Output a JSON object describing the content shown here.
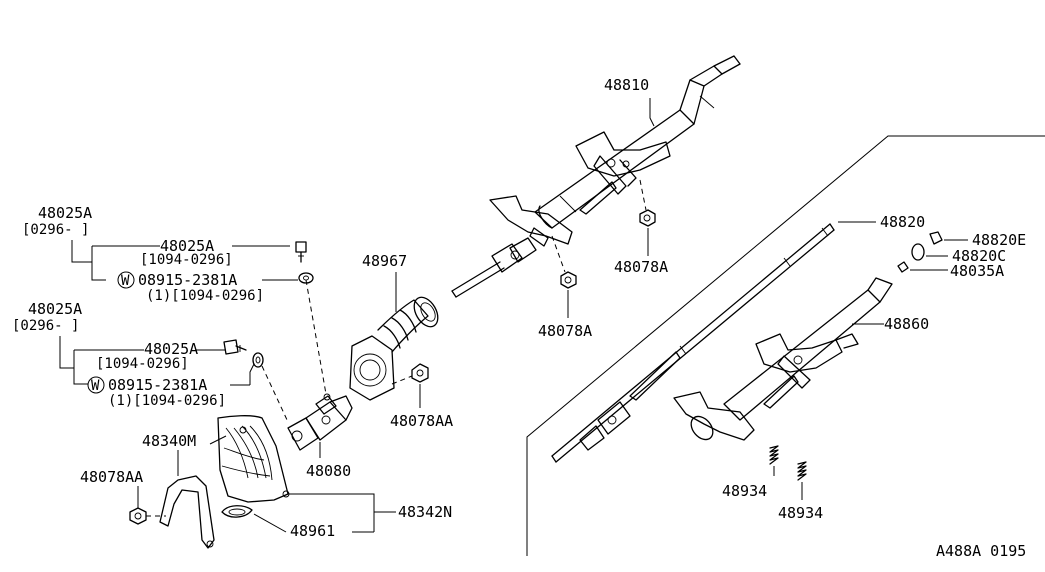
{
  "parts": {
    "p48810": "48810",
    "p48820": "48820",
    "p48820E": "48820E",
    "p48820C": "48820C",
    "p48035A": "48035A",
    "p48860": "48860",
    "p48078A_top": "48078A",
    "p48078A_mid": "48078A",
    "p48967": "48967",
    "p48078AA_mid": "48078AA",
    "p48080": "48080",
    "p48340M": "48340M",
    "p48078AA_left": "48078AA",
    "p48961": "48961",
    "p48342N": "48342N",
    "p48934_a": "48934",
    "p48934_b": "48934"
  },
  "group1": {
    "main_part": "48025A",
    "main_range": "[0296-    ]",
    "bolt_part": "48025A",
    "bolt_range": "[1094-0296]",
    "washer_symbol": "W",
    "washer_part": "08915-2381A",
    "washer_qty_range": "(1)[1094-0296]"
  },
  "group2": {
    "main_part": "48025A",
    "main_range": "[0296-    ]",
    "bolt_part": "48025A",
    "bolt_range": "[1094-0296]",
    "washer_symbol": "W",
    "washer_part": "08915-2381A",
    "washer_qty_range": "(1)[1094-0296]"
  },
  "diagram_code": "A488A 0195"
}
